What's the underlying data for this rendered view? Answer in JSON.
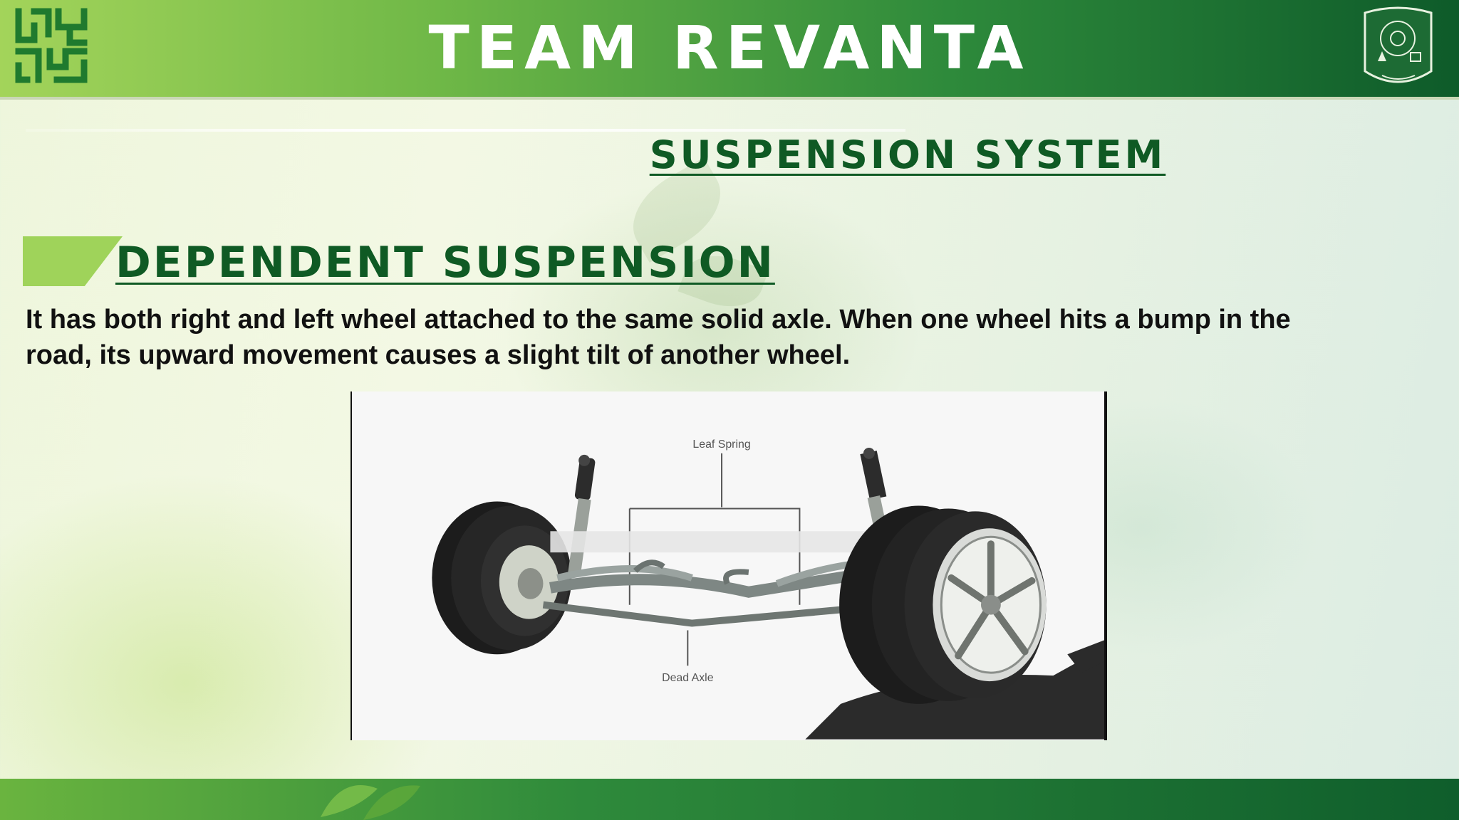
{
  "header": {
    "title": "TEAM REVANTA",
    "logo_left": "maze-logo-icon",
    "logo_right": "institute-emblem-icon"
  },
  "slide": {
    "subtitle": "SUSPENSION SYSTEM",
    "section_heading": "DEPENDENT SUSPENSION",
    "body_line_1": "It has both right and left wheel attached to the  same solid axle. When one wheel hits a bump in the",
    "body_line_2": "road, its upward movement causes a slight tilt of  another wheel."
  },
  "figure": {
    "label_leaf_spring": "Leaf Spring",
    "label_dead_axle": "Dead Axle"
  },
  "colors": {
    "header_start": "#a3d45a",
    "header_end": "#0e5b2a",
    "heading_green": "#0f5a24",
    "tab_green": "#9fd35a"
  }
}
